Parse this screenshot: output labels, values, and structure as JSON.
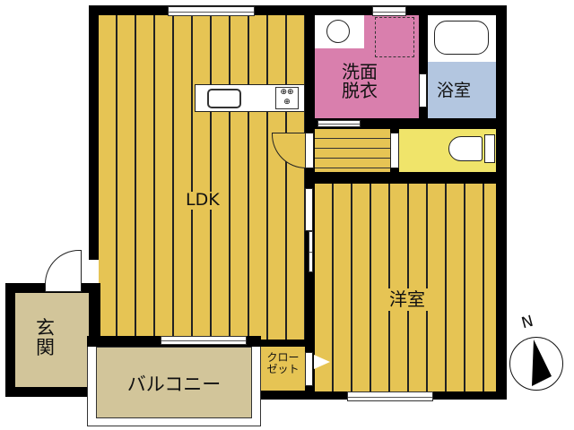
{
  "rooms": {
    "ldk": {
      "label": "LDK",
      "color": "#e6c454"
    },
    "western": {
      "label": "洋室",
      "color": "#e6c454"
    },
    "washroom": {
      "label": "洗面\n脱衣",
      "color": "#d97fad"
    },
    "bath": {
      "label": "浴室",
      "color": "#b3c6e0"
    },
    "toilet": {
      "label": "",
      "color": "#f0e46a"
    },
    "entrance": {
      "label": "玄\n関",
      "color": "#d2c59a"
    },
    "balcony": {
      "label": "バルコニー",
      "color": "#d2c59a"
    },
    "closet": {
      "label": "クロー\nゼット",
      "color": "#e6c454"
    }
  },
  "compass": {
    "label": "N"
  }
}
